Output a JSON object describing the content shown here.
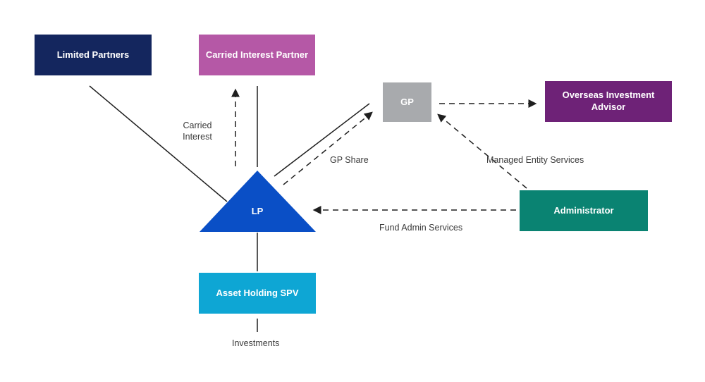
{
  "diagram": {
    "background": "#ffffff",
    "line_color": "#1f1f1f",
    "label_color": "#3a3a3a",
    "nodes": [
      {
        "id": "limited-partners",
        "label": "Limited Partners",
        "shape": "rect",
        "color": "#14265E"
      },
      {
        "id": "carried-interest-partner",
        "label": "Carried Interest Partner",
        "shape": "rect",
        "color": "#B558A6"
      },
      {
        "id": "gp",
        "label": "GP",
        "shape": "rect",
        "color": "#A8AAAD"
      },
      {
        "id": "overseas-investment-advisor",
        "label": "Overseas Investment Advisor",
        "shape": "rect",
        "color": "#6E2277"
      },
      {
        "id": "administrator",
        "label": "Administrator",
        "shape": "rect",
        "color": "#0A8372"
      },
      {
        "id": "lp",
        "label": "LP",
        "shape": "triangle",
        "color": "#0A4FC6"
      },
      {
        "id": "asset-holding-spv",
        "label": "Asset Holding SPV",
        "shape": "rect",
        "color": "#0EA6D4"
      }
    ],
    "edges": [
      {
        "from": "limited-partners",
        "to": "lp",
        "style": "solid",
        "arrow": false,
        "label": ""
      },
      {
        "from": "lp",
        "to": "carried-interest-partner",
        "style": "dashed",
        "arrow": true,
        "label": "Carried Interest"
      },
      {
        "from": "carried-interest-partner",
        "to": "lp",
        "style": "solid",
        "arrow": false,
        "label": ""
      },
      {
        "from": "lp",
        "to": "gp",
        "style": "solid",
        "arrow": false,
        "label": ""
      },
      {
        "from": "lp",
        "to": "gp",
        "style": "dashed",
        "arrow": true,
        "label": "GP Share"
      },
      {
        "from": "gp",
        "to": "overseas-investment-advisor",
        "style": "dashed",
        "arrow": true,
        "label": ""
      },
      {
        "from": "administrator",
        "to": "gp",
        "style": "dashed",
        "arrow": true,
        "label": "Managed Entity Services"
      },
      {
        "from": "administrator",
        "to": "lp",
        "style": "dashed",
        "arrow": true,
        "label": "Fund Admin Services"
      },
      {
        "from": "lp",
        "to": "asset-holding-spv",
        "style": "solid",
        "arrow": false,
        "label": ""
      },
      {
        "from": "asset-holding-spv",
        "to": "investments",
        "style": "solid",
        "arrow": false,
        "label": "Investments"
      }
    ]
  }
}
